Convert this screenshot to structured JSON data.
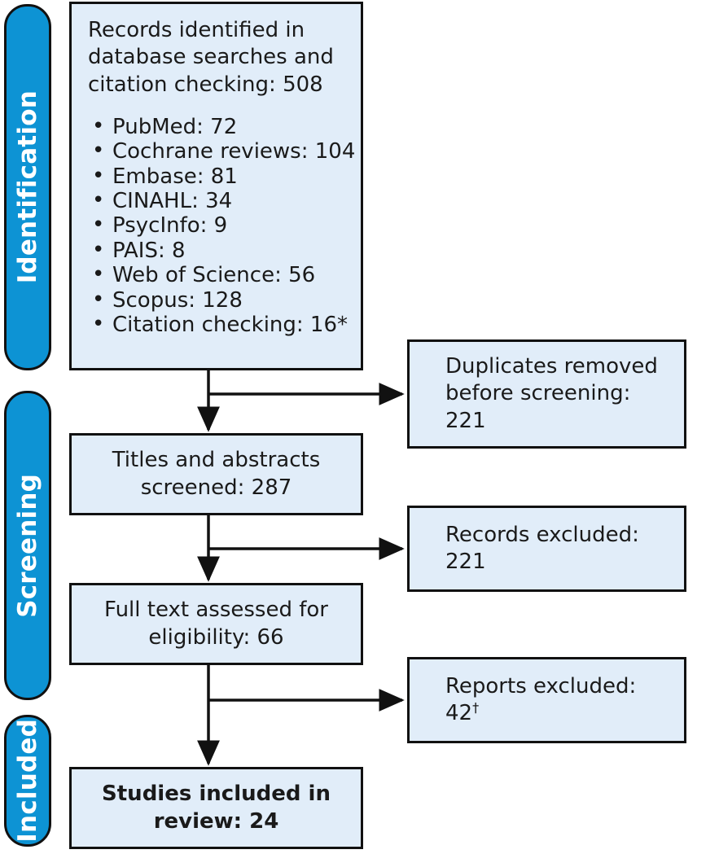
{
  "diagram": {
    "type": "prisma-flow-diagram",
    "colors": {
      "stage_pill_fill": "#0d93d4",
      "stage_pill_label": "#ffffff",
      "box_fill": "#e1edf9",
      "box_border": "#111111",
      "connector": "#111111",
      "text": "#1a1a1a"
    }
  },
  "stages": [
    {
      "key": "identification",
      "label": "Identification"
    },
    {
      "key": "screening",
      "label": "Screening"
    },
    {
      "key": "included",
      "label": "Included"
    }
  ],
  "boxes": {
    "identified": {
      "heading": "Records identified in database searches and citation checking: 508",
      "total": 508,
      "sources": [
        {
          "name": "PubMed",
          "count": 72,
          "text": "PubMed: 72"
        },
        {
          "name": "Cochrane reviews",
          "count": 104,
          "text": "Cochrane reviews: 104"
        },
        {
          "name": "Embase",
          "count": 81,
          "text": "Embase: 81"
        },
        {
          "name": "CINAHL",
          "count": 34,
          "text": "CINAHL: 34"
        },
        {
          "name": "PsycInfo",
          "count": 9,
          "text": "PsycInfo: 9"
        },
        {
          "name": "PAIS",
          "count": 8,
          "text": "PAIS: 8"
        },
        {
          "name": "Web of Science",
          "count": 56,
          "text": "Web of Science: 56"
        },
        {
          "name": "Scopus",
          "count": 128,
          "text": "Scopus: 128"
        },
        {
          "name": "Citation checking",
          "count": 16,
          "text": "Citation checking: 16*"
        }
      ]
    },
    "duplicates_removed": {
      "text": "Duplicates removed before screening: 221",
      "count": 221
    },
    "screened": {
      "text": "Titles and abstracts screened: 287",
      "count": 287
    },
    "records_excluded": {
      "text": "Records excluded: 221",
      "count": 221
    },
    "fulltext": {
      "text": "Full text assessed for eligibility: 66",
      "count": 66
    },
    "reports_excluded": {
      "label": "Reports excluded:",
      "value": "42",
      "marker": "†",
      "count": 42
    },
    "studies_included": {
      "text": "Studies included in review: 24",
      "count": 24
    }
  },
  "footnote_markers": {
    "asterisk": "*",
    "dagger": "†"
  }
}
